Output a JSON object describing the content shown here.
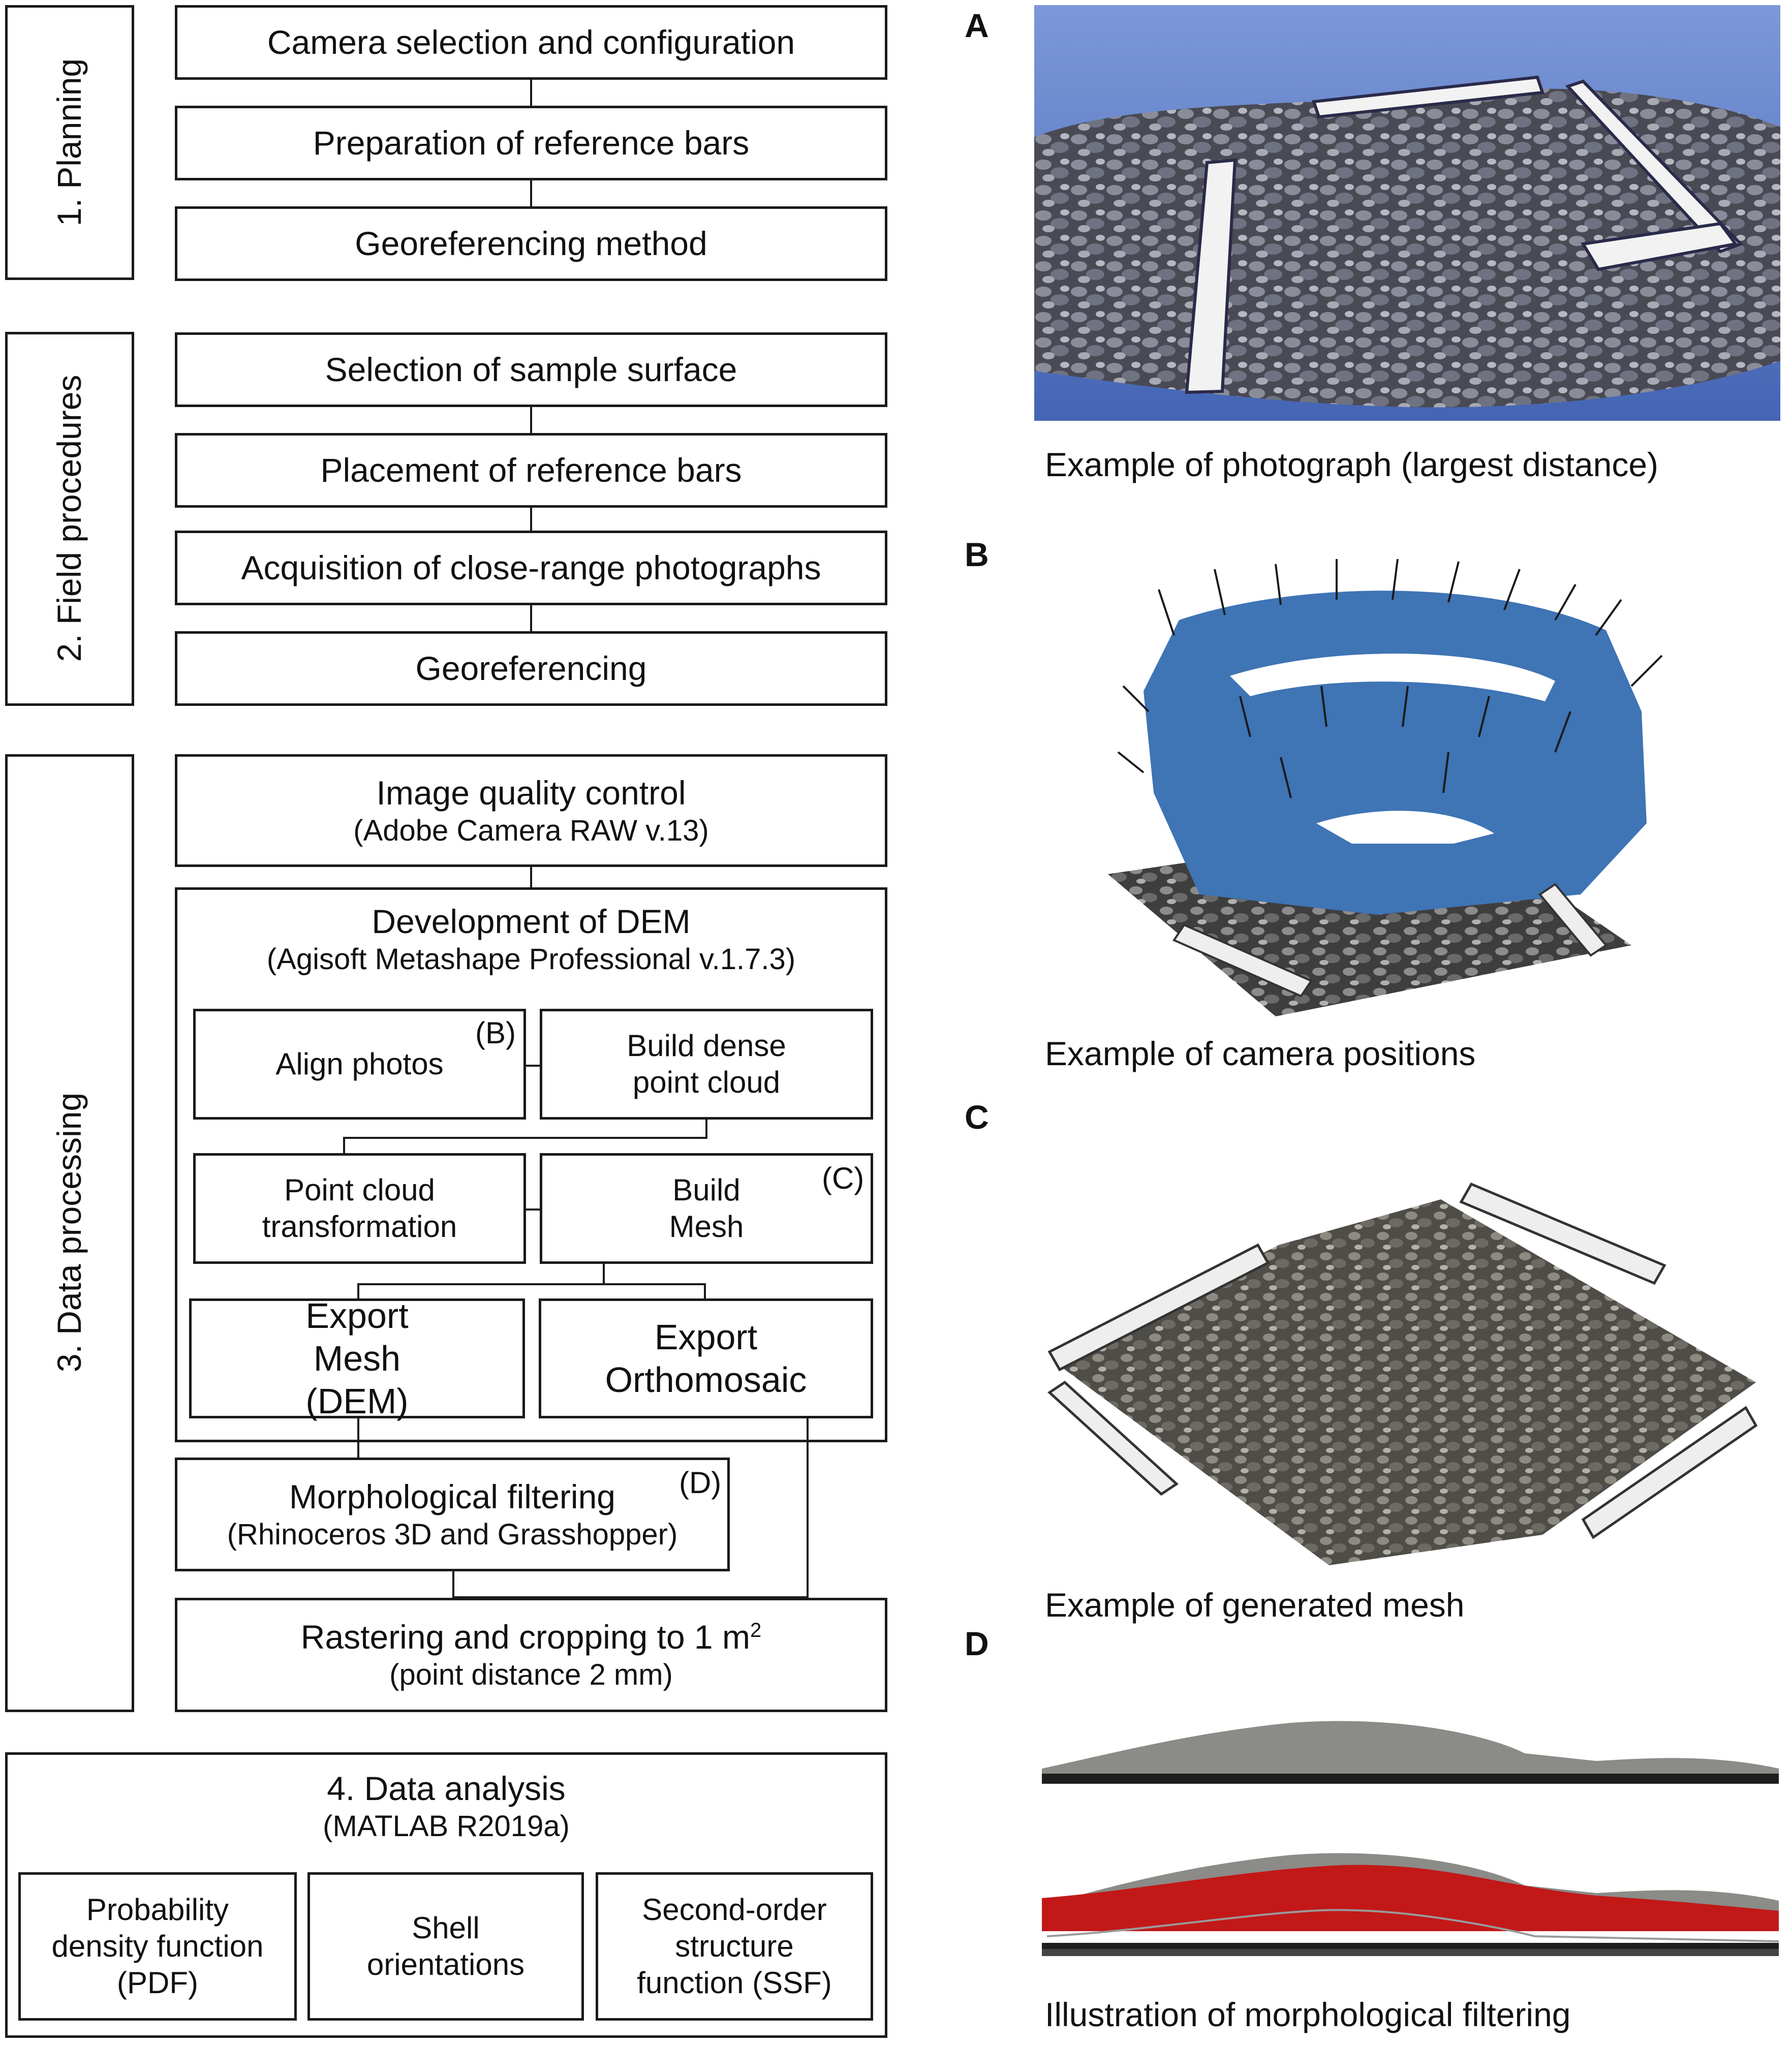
{
  "stages": {
    "planning": "1. Planning",
    "field": "2. Field procedures",
    "processing": "3. Data processing"
  },
  "planning": {
    "camera": "Camera selection and configuration",
    "bars": "Preparation of reference bars",
    "geo": "Georeferencing method"
  },
  "field": {
    "surface": "Selection of sample surface",
    "placement": "Placement of reference bars",
    "acquisition": "Acquisition of close-range photographs",
    "geo": "Georeferencing"
  },
  "processing": {
    "iqc_title": "Image quality control",
    "iqc_sub": "(Adobe Camera RAW v.13)",
    "dem_title": "Development of DEM",
    "dem_sub": "(Agisoft Metashape Professional v.1.7.3)",
    "align": "Align photos",
    "align_tag": "(B)",
    "dense": "Build dense point cloud",
    "transform": "Point cloud transformation",
    "mesh": "Build Mesh",
    "mesh_tag": "(C)",
    "export_mesh": "Export Mesh (DEM)",
    "export_ortho": "Export Orthomosaic",
    "morph_title": "Morphological filtering",
    "morph_tag": "(D)",
    "morph_sub": "(Rhinoceros 3D and Grasshopper)",
    "raster_title": "Rastering and cropping to 1 m",
    "raster_sup": "2",
    "raster_sub": "(point distance 2 mm)"
  },
  "analysis": {
    "title": "4. Data analysis",
    "sub": "(MATLAB R2019a)",
    "pdf": "Probability density function (PDF)",
    "shell": "Shell orientations",
    "ssf": "Second-order structure function (SSF)"
  },
  "panels": {
    "a_letter": "A",
    "a_caption": "Example of photograph (largest distance)",
    "b_letter": "B",
    "b_caption": "Example of camera positions",
    "c_letter": "C",
    "c_caption": "Example of generated mesh",
    "d_letter": "D",
    "d_caption": "Illustration of morphological filtering"
  },
  "colors": {
    "camera_blue": "#3f74b5",
    "filter_red": "#c21818",
    "gravel": "#6b6b6b",
    "water": "#4a6fbf"
  }
}
